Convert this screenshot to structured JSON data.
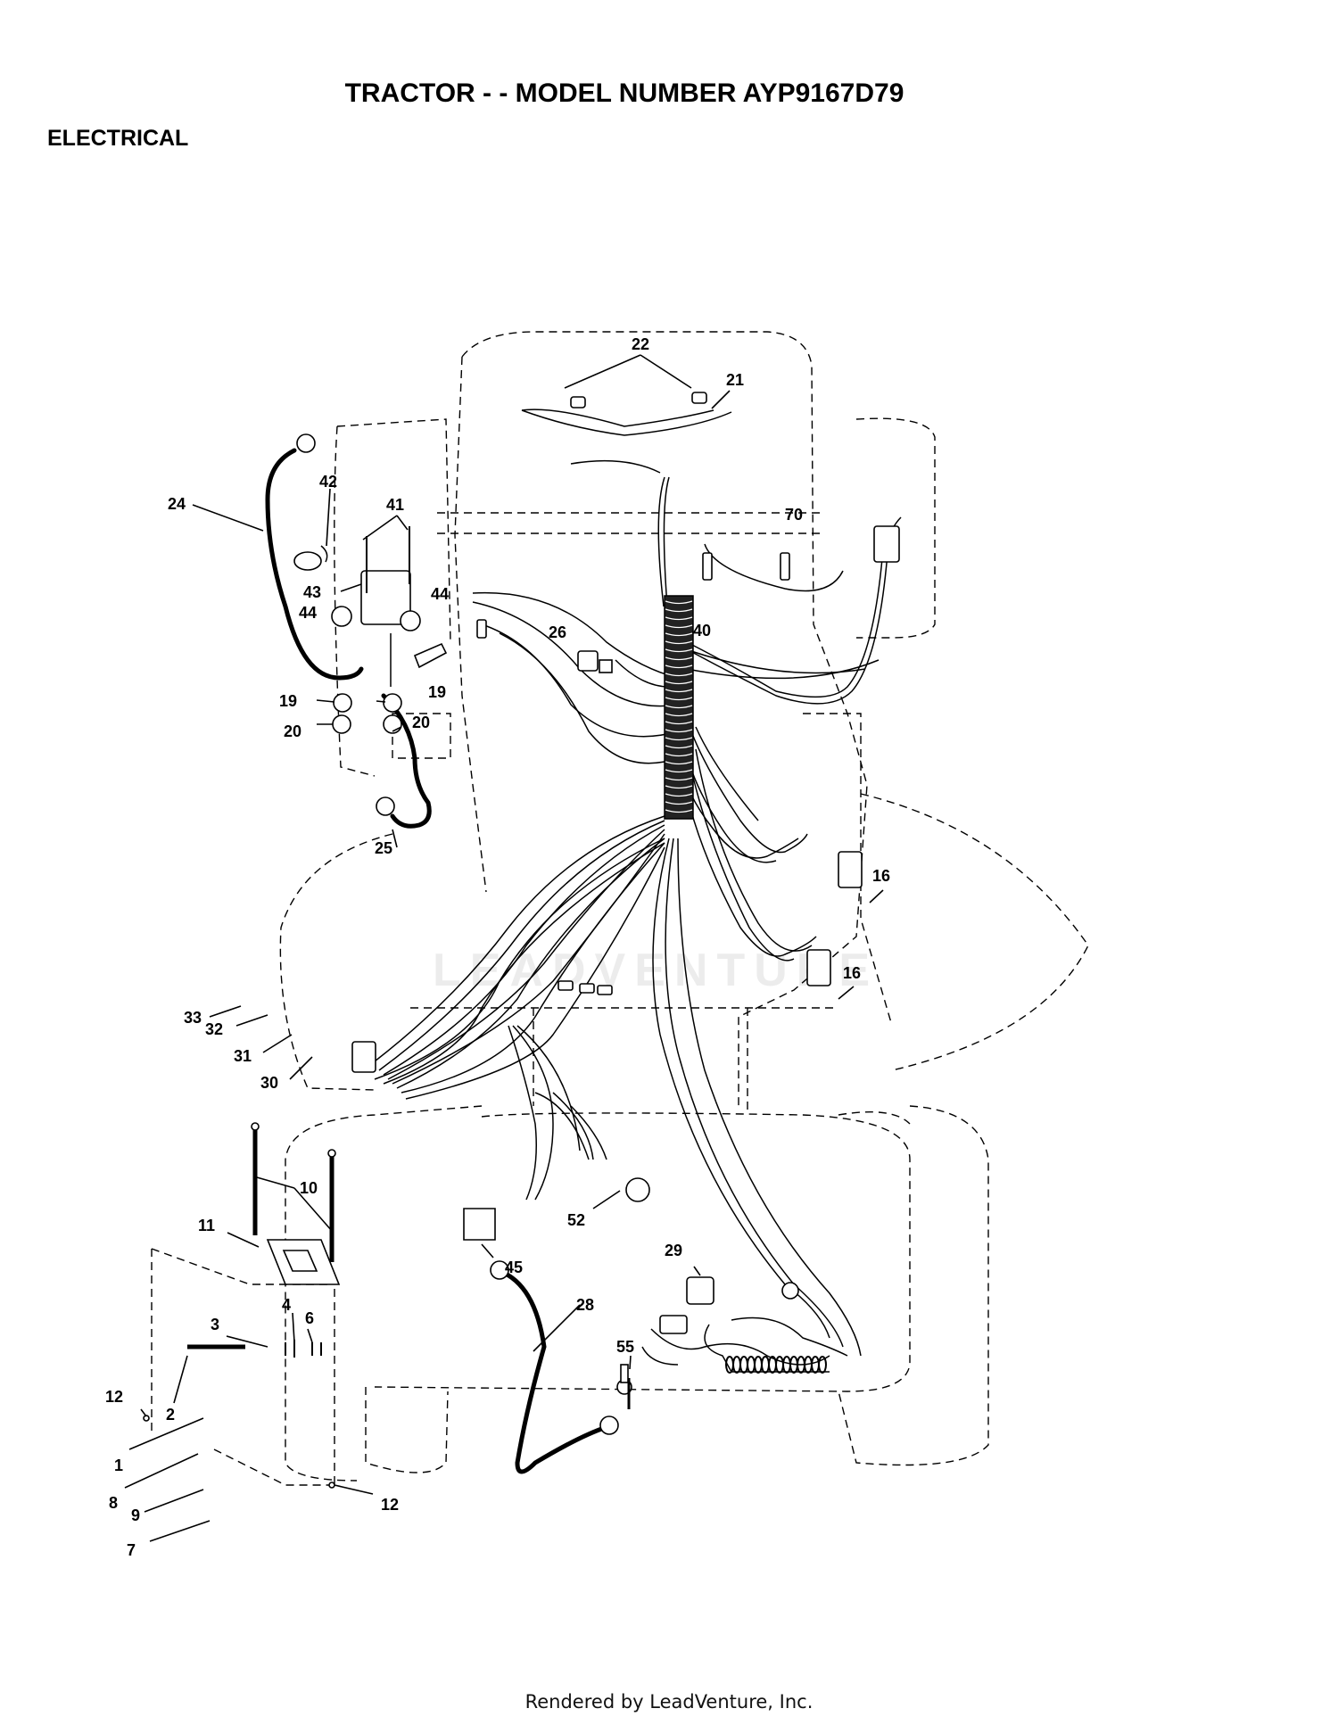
{
  "header": {
    "title": "TRACTOR - - MODEL NUMBER AYP9167D79",
    "section": "ELECTRICAL"
  },
  "watermark": "LEADVENTURE",
  "footer": "Rendered by LeadVenture, Inc.",
  "callouts": {
    "c22": "22",
    "c21": "21",
    "c42": "42",
    "c24": "24",
    "c41": "41",
    "c70": "70",
    "c43": "43",
    "c44a": "44",
    "c44b": "44",
    "c26": "26",
    "c40": "40",
    "c19a": "19",
    "c19b": "19",
    "c20a": "20",
    "c20b": "20",
    "c25": "25",
    "c16a": "16",
    "c16b": "16",
    "c33": "33",
    "c32": "32",
    "c31": "31",
    "c30": "30",
    "c10": "10",
    "c11": "11",
    "c52": "52",
    "c45": "45",
    "c29": "29",
    "c28": "28",
    "c3": "3",
    "c4": "4",
    "c6": "6",
    "c55": "55",
    "c12a": "12",
    "c2": "2",
    "c1": "1",
    "c8": "8",
    "c9": "9",
    "c7": "7",
    "c12b": "12"
  }
}
